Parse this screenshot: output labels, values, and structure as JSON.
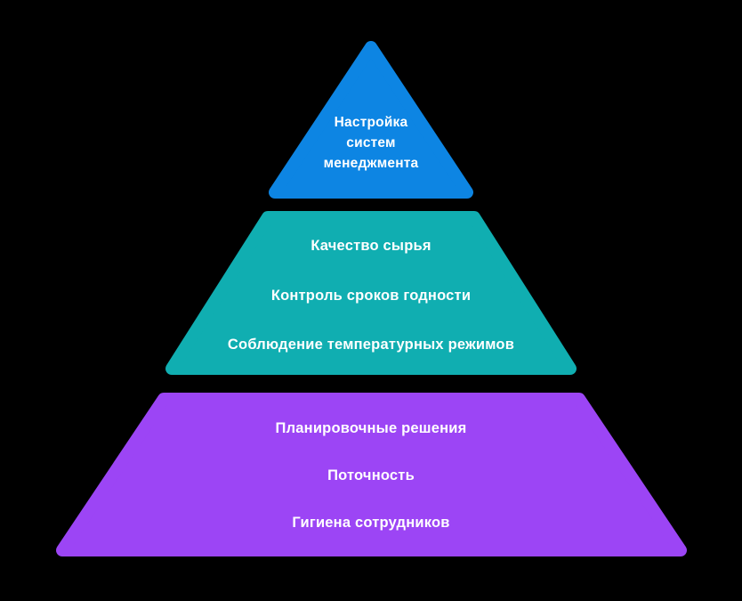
{
  "diagram": {
    "type": "pyramid",
    "title": "",
    "background_color": "#000000",
    "text_color": "#ffffff",
    "tiers": [
      {
        "id": "top",
        "shape": "triangle",
        "color": "#0d85e3",
        "lines": [
          "Настройка",
          "систем",
          "менеджмента"
        ]
      },
      {
        "id": "middle",
        "shape": "trapezoid",
        "color": "#10aeb1",
        "lines": [
          "Качество сырья",
          "Контроль сроков годности",
          "Соблюдение температурных режимов"
        ]
      },
      {
        "id": "bottom",
        "shape": "trapezoid",
        "color": "#9c45f5",
        "lines": [
          "Планировочные решения",
          "Поточность",
          "Гигиена сотрудников"
        ]
      }
    ]
  }
}
